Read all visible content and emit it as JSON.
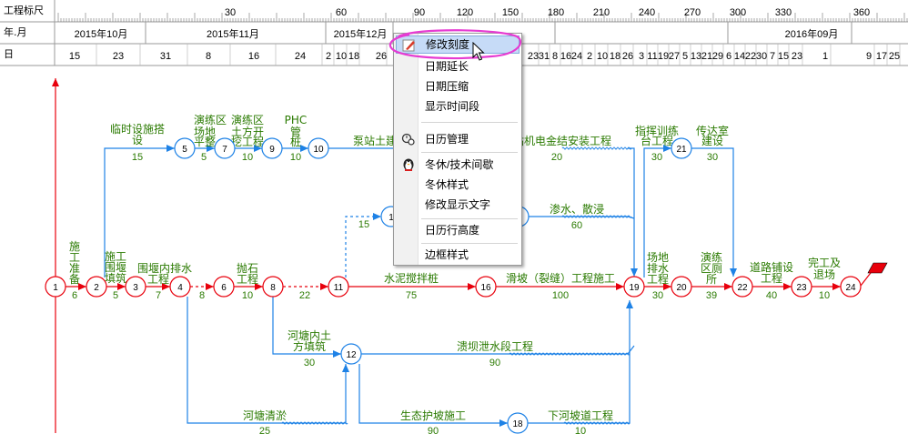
{
  "header": {
    "row_labels": {
      "scale": "工程标尺",
      "month": "年.月",
      "day": "日"
    },
    "scale_ticks": [
      "30",
      "60",
      "90",
      "120",
      "150",
      "180",
      "210",
      "240",
      "270",
      "300",
      "330",
      "360"
    ],
    "month_labels": [
      "2015年10月",
      "2015年11月",
      "2015年12月",
      "2016年09月"
    ],
    "day_labels": [
      "15",
      "23",
      "31",
      "8",
      "16",
      "24",
      "2",
      "10",
      "18",
      "26",
      "23",
      "31",
      "8",
      "16",
      "24",
      "2",
      "10",
      "18",
      "26",
      "3",
      "11",
      "19",
      "27",
      "5",
      "13",
      "21",
      "29",
      "6",
      "14",
      "22",
      "30",
      "7",
      "15",
      "23",
      "1",
      "9",
      "17",
      "25"
    ]
  },
  "colors": {
    "critical": "#e8000c",
    "normal": "#1e82e6",
    "text": "#2a7a00",
    "milestone": "#e8000c"
  },
  "nodes": [
    {
      "id": "1",
      "label": "1",
      "critical": true
    },
    {
      "id": "2",
      "label": "2",
      "critical": true
    },
    {
      "id": "3",
      "label": "3",
      "critical": true
    },
    {
      "id": "4",
      "label": "4",
      "critical": true
    },
    {
      "id": "6",
      "label": "6",
      "critical": true
    },
    {
      "id": "8",
      "label": "8",
      "critical": true
    },
    {
      "id": "11",
      "label": "11",
      "critical": true
    },
    {
      "id": "16",
      "label": "16",
      "critical": true
    },
    {
      "id": "19",
      "label": "19",
      "critical": true
    },
    {
      "id": "20",
      "label": "20",
      "critical": true
    },
    {
      "id": "22",
      "label": "22",
      "critical": true
    },
    {
      "id": "23",
      "label": "23",
      "critical": true
    },
    {
      "id": "24",
      "label": "24",
      "critical": true
    },
    {
      "id": "5",
      "label": "5",
      "critical": false
    },
    {
      "id": "7",
      "label": "7",
      "critical": false
    },
    {
      "id": "9",
      "label": "9",
      "critical": false
    },
    {
      "id": "10",
      "label": "10",
      "critical": false
    },
    {
      "id": "21",
      "label": "21",
      "critical": false
    },
    {
      "id": "12",
      "label": "12",
      "critical": false
    },
    {
      "id": "18",
      "label": "18",
      "critical": false
    },
    {
      "id": "14",
      "label": "1",
      "critical": false
    }
  ],
  "tasks": [
    {
      "name": "临时设施搭设",
      "duration": "15"
    },
    {
      "name": "演练区场地平整",
      "duration": "5"
    },
    {
      "name": "演练区土方开挖工程",
      "duration": "10"
    },
    {
      "name": "PHC管桩",
      "duration": "10"
    },
    {
      "name": "泵站土建",
      "duration": ""
    },
    {
      "name": "站机电金结安装工程",
      "duration": "20"
    },
    {
      "name": "指挥训练台工程",
      "duration": "30"
    },
    {
      "name": "传达室建设",
      "duration": "30"
    },
    {
      "name": "渗水、散浸",
      "duration": "60"
    },
    {
      "name": "",
      "duration": "15"
    },
    {
      "name": "施工准备",
      "duration": "6"
    },
    {
      "name": "施工围堰填筑",
      "duration": "5"
    },
    {
      "name": "围堰内排水工程",
      "duration": "7"
    },
    {
      "name": "",
      "duration": "8"
    },
    {
      "name": "抛石工程",
      "duration": "10"
    },
    {
      "name": "",
      "duration": "22"
    },
    {
      "name": "水泥搅拌桩",
      "duration": "75"
    },
    {
      "name": "滑坡（裂缝）工程施工",
      "duration": "100"
    },
    {
      "name": "场地排水工程",
      "duration": "30"
    },
    {
      "name": "演练区厕所",
      "duration": "39"
    },
    {
      "name": "道路铺设工程",
      "duration": "40"
    },
    {
      "name": "完工及退场",
      "duration": "10"
    },
    {
      "name": "河塘内土方填筑",
      "duration": "30"
    },
    {
      "name": "溃坝泄水段工程",
      "duration": "90"
    },
    {
      "name": "河塘清淤",
      "duration": "25"
    },
    {
      "name": "生态护坡施工",
      "duration": "90"
    },
    {
      "name": "下河坡道工程",
      "duration": "10"
    }
  ],
  "context_menu": {
    "items": [
      {
        "label": "修改刻度",
        "icon": "edit-scale-icon",
        "highlighted": true
      },
      {
        "label": "日期延长",
        "icon": "",
        "highlighted": false
      },
      {
        "label": "日期压缩",
        "icon": "",
        "highlighted": false
      },
      {
        "label": "显示时间段",
        "icon": "",
        "highlighted": false
      },
      {
        "label": "日历管理",
        "icon": "calendar-manage-icon",
        "highlighted": false
      },
      {
        "label": "冬休/技术间歇",
        "icon": "penguin-icon",
        "highlighted": false
      },
      {
        "label": "冬休样式",
        "icon": "",
        "highlighted": false
      },
      {
        "label": "修改显示文字",
        "icon": "",
        "highlighted": false
      },
      {
        "label": "日历行高度",
        "icon": "",
        "highlighted": false
      },
      {
        "label": "边框样式",
        "icon": "",
        "highlighted": false
      }
    ]
  }
}
